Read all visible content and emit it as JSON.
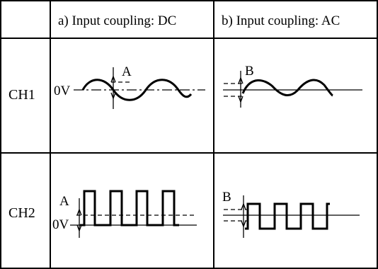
{
  "header": {
    "col_dc": "a) Input coupling: DC",
    "col_ac": "b) Input coupling: AC"
  },
  "rows": {
    "ch1": "CH1",
    "ch2": "CH2"
  },
  "markers": {
    "ch1_dc_level": "0V",
    "ch1_dc_offset": "A",
    "ch1_ac_offset": "B",
    "ch2_dc_level": "0V",
    "ch2_dc_offset": "A",
    "ch2_ac_offset": "B"
  }
}
